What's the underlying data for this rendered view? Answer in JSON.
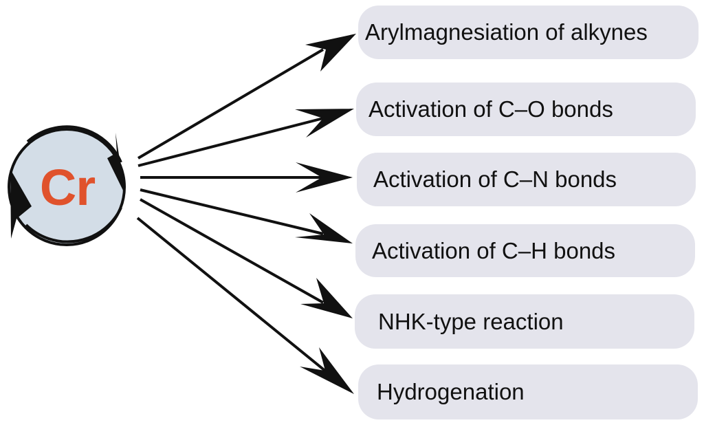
{
  "center": {
    "label": "Cr",
    "label_color": "#e0522c",
    "fill_color": "#d3dde7",
    "stroke_color": "#111111"
  },
  "box_color": "#e4e4ec",
  "arrow_color": "#111111",
  "reactions": [
    "Arylmagnesiation of alkynes",
    "Activation of C–O bonds",
    "Activation of C–N bonds",
    "Activation of C–H bonds",
    "NHK-type reaction",
    "Hydrogenation"
  ]
}
